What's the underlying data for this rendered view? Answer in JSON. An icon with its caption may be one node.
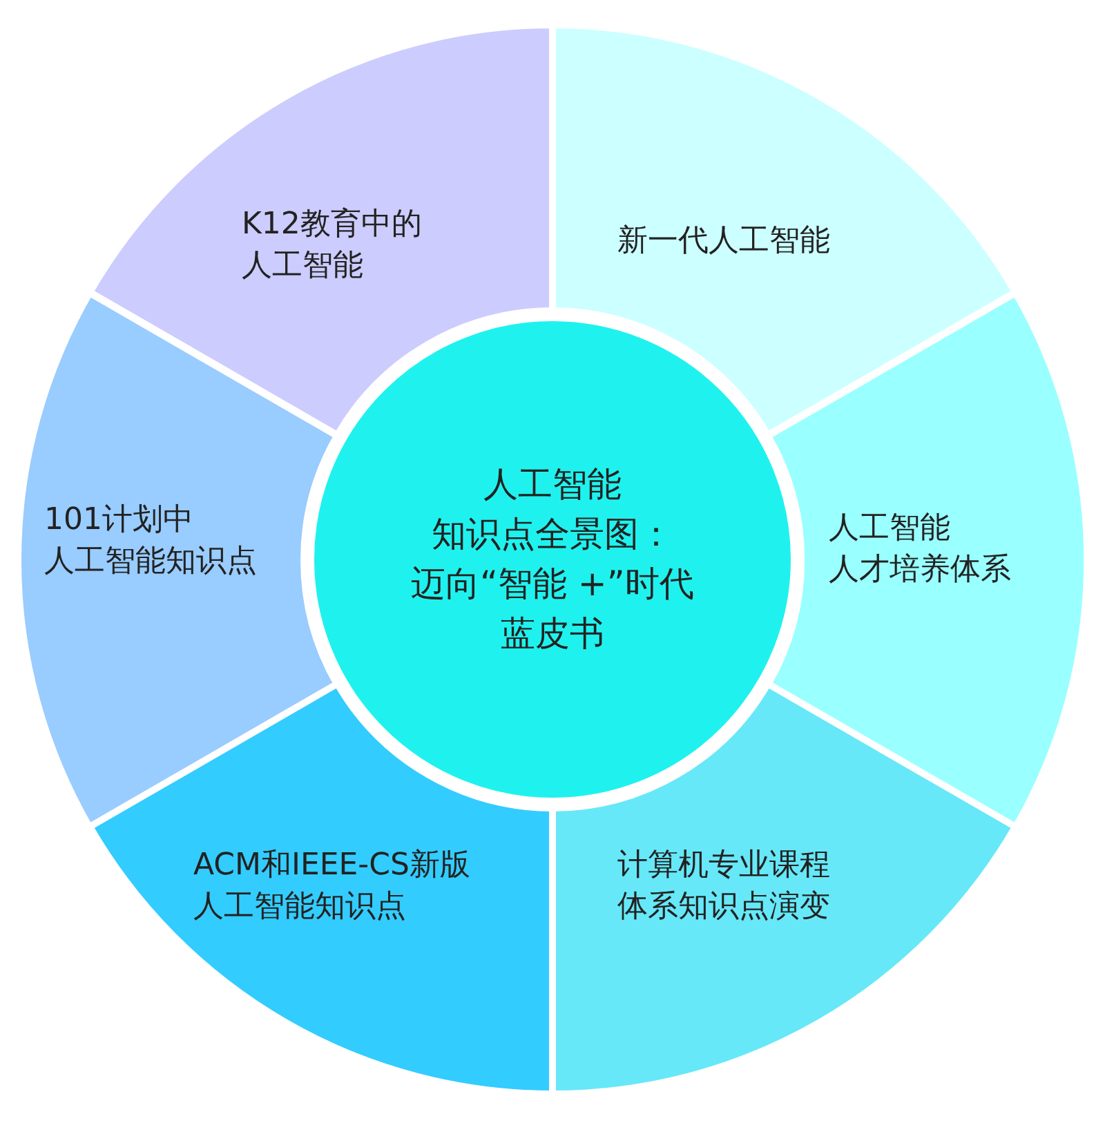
{
  "diagram": {
    "nodes": [
      {
        "text": [
          "人工智能知识点全景图：迈向“智能 +”时代蓝皮书"
        ]
      },
      {
        "text": [
          "K12教育中的人工智能"
        ]
      },
      {
        "text": [
          "新一代人工智能"
        ]
      },
      {
        "text": [
          "101计划中人工智能知识点"
        ]
      },
      {
        "text": [
          "人工智能人才培养体系"
        ]
      },
      {
        "text": [
          "ACM和IEEE-CS新版人工智能知识点"
        ]
      },
      {
        "text": [
          "计算机专业课程体系知识点演变"
        ]
      }
    ]
  }
}
